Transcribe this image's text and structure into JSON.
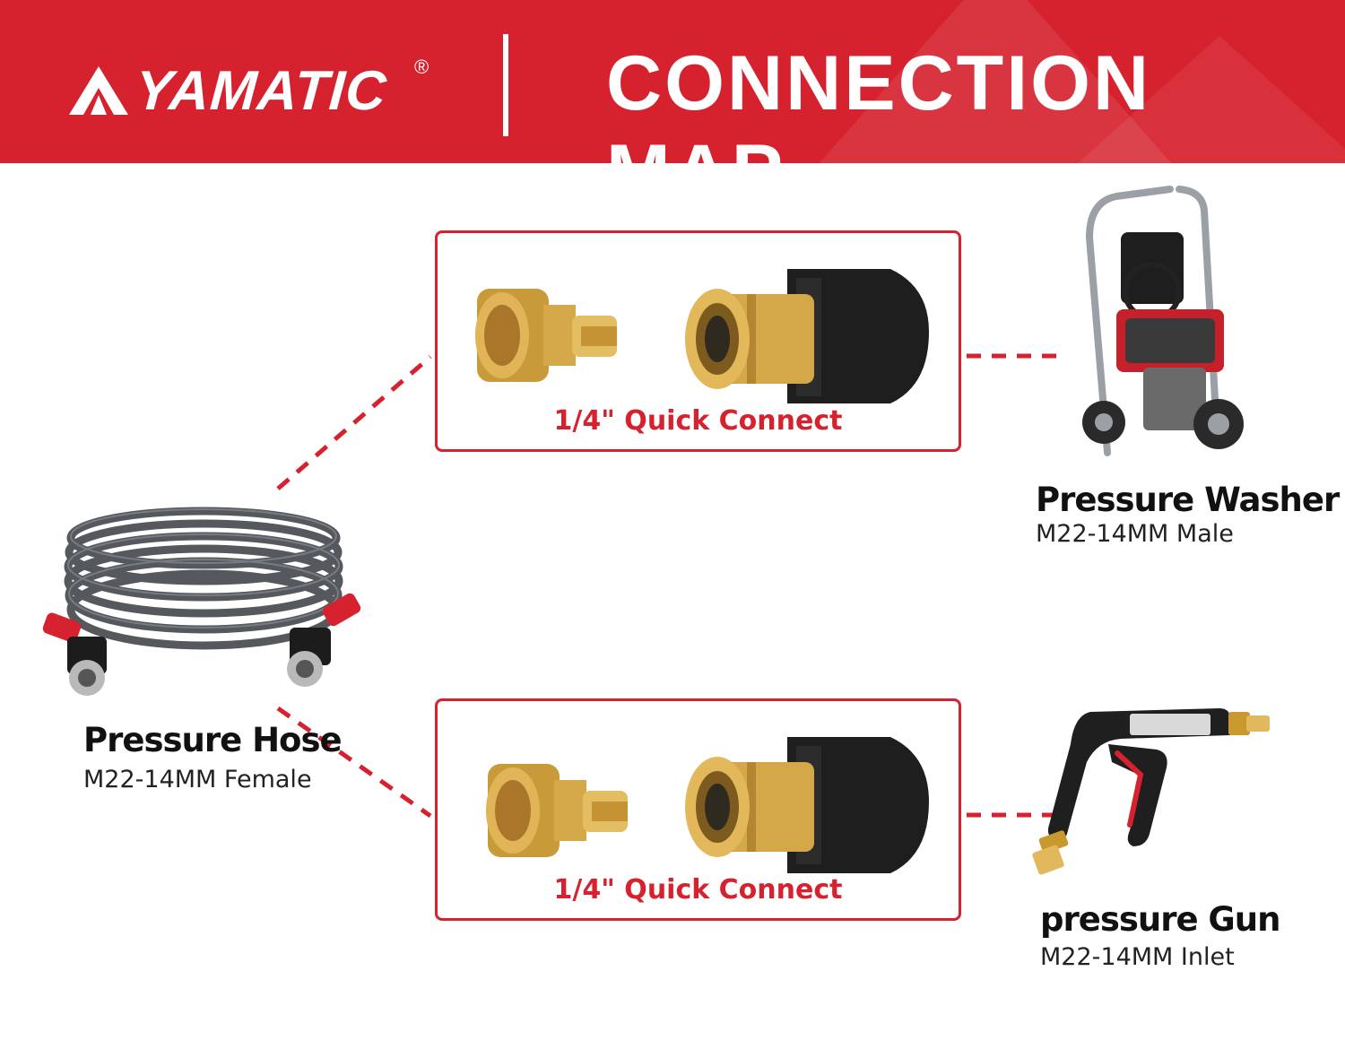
{
  "banner": {
    "brand": "YAMATIC",
    "registered": "®",
    "title": "CONNECTION MAP",
    "color": "#d6222e"
  },
  "adapters": [
    {
      "label": "1/4\" Quick Connect"
    },
    {
      "label": "1/4\" Quick Connect"
    }
  ],
  "devices": {
    "hose": {
      "title": "Pressure Hose",
      "spec": "M22-14MM Female"
    },
    "washer": {
      "title": "Pressure Washer",
      "spec": "M22-14MM Male"
    },
    "gun": {
      "title": "pressure Gun",
      "spec": "M22-14MM Inlet"
    }
  },
  "icons": {
    "brand": "yamatic-logo-icon",
    "hose": "coiled-hose-icon",
    "washer": "pressure-washer-icon",
    "gun": "spray-gun-icon",
    "plug": "brass-plug-icon",
    "coupler": "brass-coupler-icon"
  }
}
